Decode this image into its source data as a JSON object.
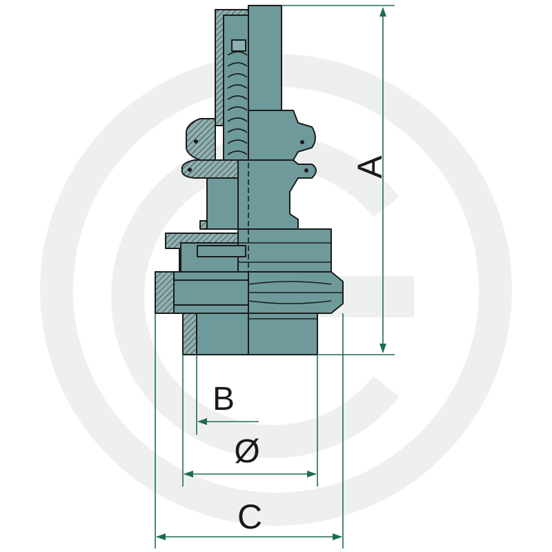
{
  "colors": {
    "part_fill": "#6e9a9b",
    "part_fill_dark": "#5f8a8b",
    "outline": "#1a1a1a",
    "dimension_line": "#1e6b55",
    "watermark": "#eef0f0",
    "hatch": "#2a2a2a"
  },
  "labels": {
    "a": "A",
    "b": "B",
    "diameter": "Ø",
    "c": "C"
  },
  "watermark_icon": "brand-logo-watermark"
}
